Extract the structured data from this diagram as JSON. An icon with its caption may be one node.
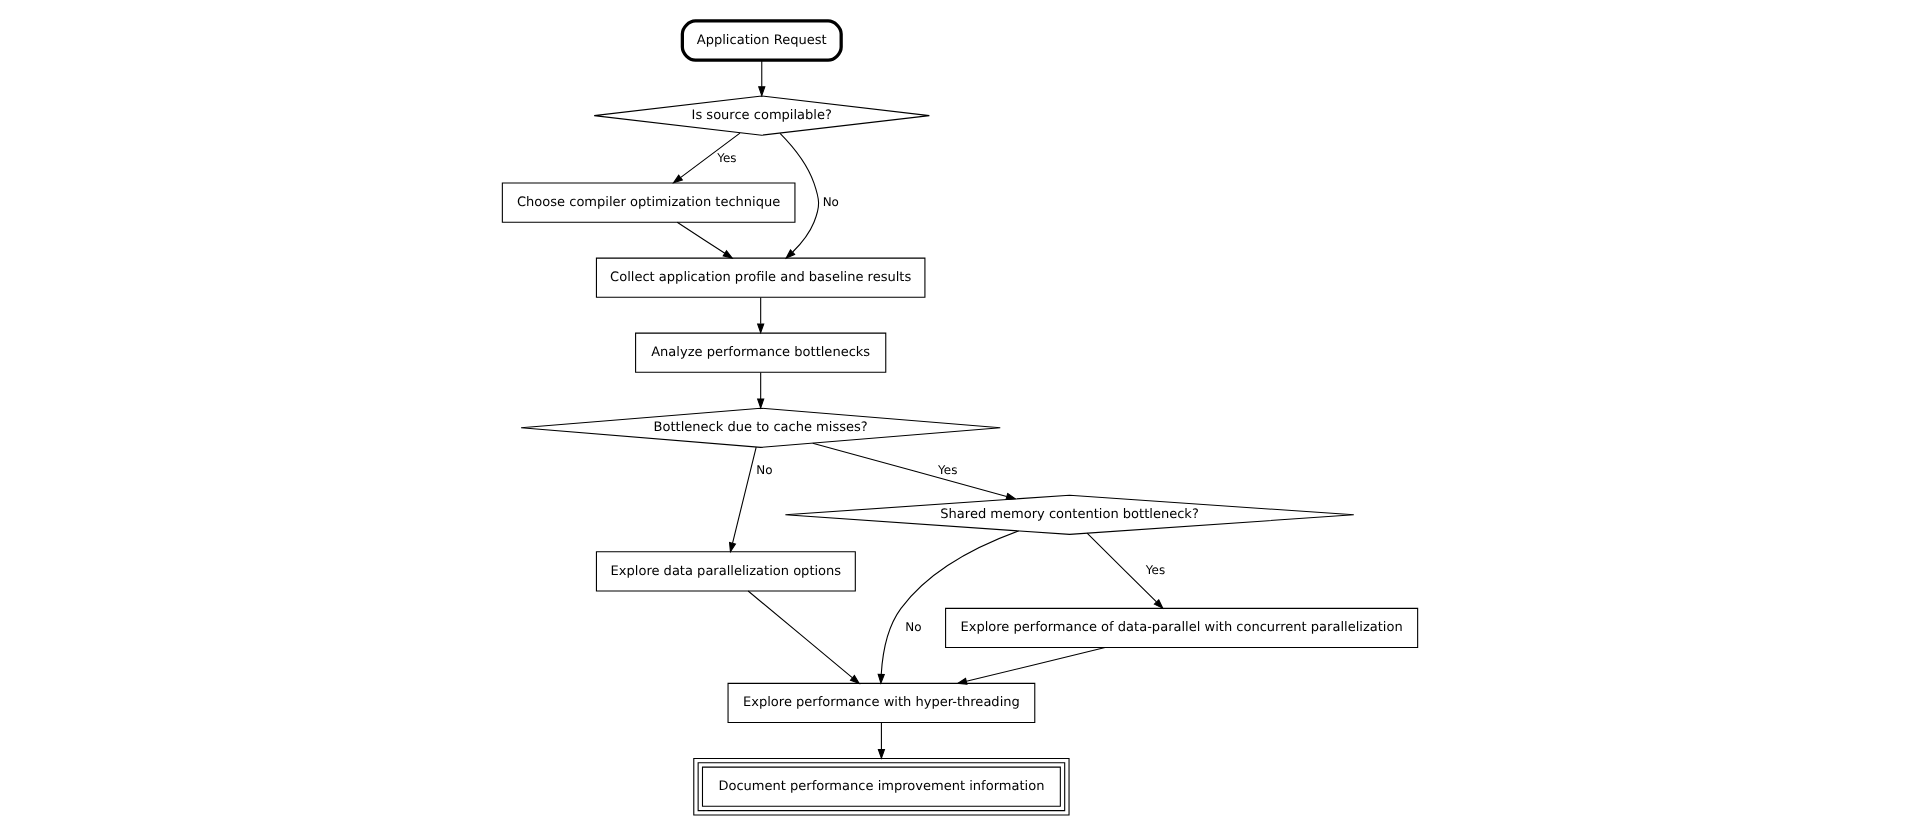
{
  "diagram": {
    "nodes": [
      {
        "text": [
          "Document performance improvement information"
        ]
      },
      {
        "text": [
          "Explore performance with hyper-threading"
        ]
      },
      {
        "text": [
          "Explore data parallelization options"
        ]
      },
      {
        "text": [
          "Application Request"
        ]
      },
      {
        "text": [
          "Shared memory contention bottleneck?"
        ]
      },
      {
        "text": [
          "Bottleneck due to cache misses?"
        ]
      },
      {
        "text": [
          "Is source compilable?"
        ]
      },
      {
        "text": [
          "Explore performance of data-parallel with concurrent parallelization"
        ]
      },
      {
        "text": [
          "Analyze performance bottlenecks"
        ]
      },
      {
        "text": [
          "Choose compiler optimization technique"
        ]
      },
      {
        "text": [
          "Collect application profile and baseline results"
        ]
      }
    ],
    "edges": [
      {
        "from": 3,
        "to": 6,
        "arrow": "to"
      },
      {
        "from": 6,
        "to": 9,
        "arrow": "to",
        "label": "Yes"
      },
      {
        "from": 6,
        "to": 10,
        "arrow": "to",
        "label": "No"
      },
      {
        "from": 9,
        "to": 10,
        "arrow": "to"
      },
      {
        "from": 10,
        "to": 8,
        "arrow": "to"
      },
      {
        "from": 8,
        "to": 5,
        "arrow": "to"
      },
      {
        "from": 5,
        "to": 2,
        "arrow": "to",
        "label": "No"
      },
      {
        "from": 5,
        "to": 4,
        "arrow": "to",
        "label": "Yes"
      },
      {
        "from": 4,
        "to": 1,
        "arrow": "to",
        "label": "No"
      },
      {
        "from": 4,
        "to": 7,
        "arrow": "to",
        "label": "Yes"
      },
      {
        "from": 7,
        "to": 1,
        "arrow": "to"
      },
      {
        "from": 2,
        "to": 1,
        "arrow": "to"
      },
      {
        "from": 1,
        "to": 0,
        "arrow": "to"
      }
    ]
  }
}
